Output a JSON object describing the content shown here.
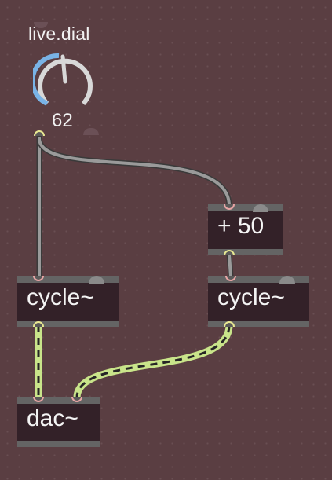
{
  "dial": {
    "label": "live.dial",
    "value": 62
  },
  "objects": {
    "plus": {
      "text": "+ 50"
    },
    "cycle_left": {
      "text": "cycle~"
    },
    "cycle_right": {
      "text": "cycle~"
    },
    "dac": {
      "text": "dac~"
    }
  },
  "colors": {
    "canvas": "#5a3e42",
    "object_fill": "#332128",
    "object_border": "#646464",
    "control_cable": "#8e8e8e",
    "signal_cable": "#c9e48a",
    "dial_active": "#79b3e6",
    "dial_track": "#d8d8d8",
    "inlet": "#e8a5a5",
    "outlet": "#e8e892"
  }
}
